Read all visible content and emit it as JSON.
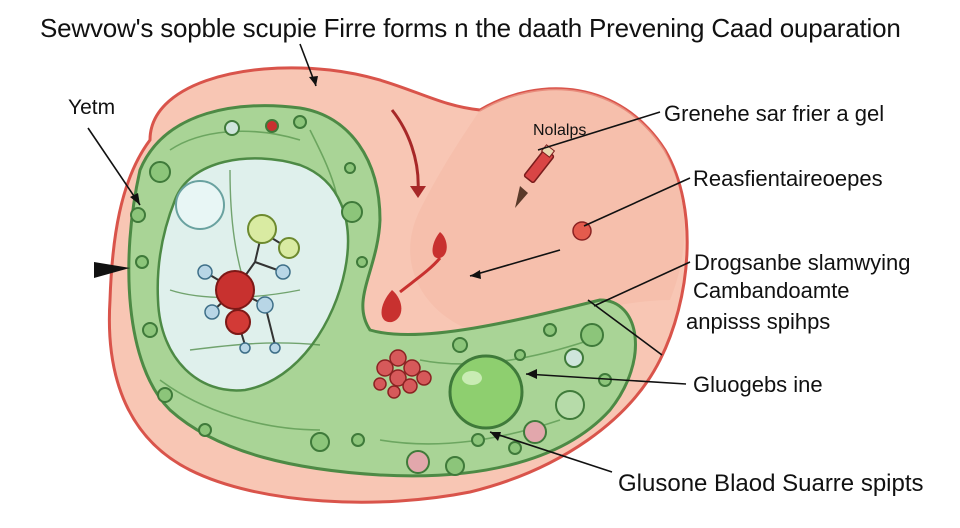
{
  "title": "Sewvow's sopble scupie Firre forms n the daath Prevening Caad ouparation",
  "labels": {
    "left_top": "Yetm",
    "small_tag": "Nolalps",
    "right_1": "Grenehe sar frier a gel",
    "right_2": "Reasfientaireoepes",
    "right_3a": "Drogsanbe slamwying",
    "right_3b": "Cambandoamte",
    "right_3c": "anpisss spihps",
    "right_4": "Gluogebs ine",
    "right_5": "Glusone Blaod Suarre spipts"
  },
  "colors": {
    "outer_fill": "#f8c6b4",
    "outer_stroke": "#d9544b",
    "inner_fill": "#a9d496",
    "inner_stroke": "#4d8a45",
    "nucleus_fill": "#dff0ec",
    "accent_red": "#c8312f"
  },
  "icons": [
    "pencil-icon",
    "arrow-icon",
    "molecule-icon"
  ]
}
